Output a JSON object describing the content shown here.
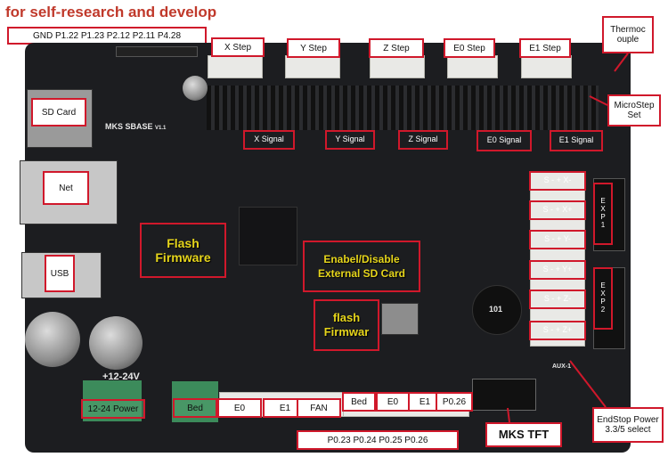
{
  "title": "for self-research and develop",
  "labels": {
    "gnd_pins": "GND  P1.22  P1.23  P2.12  P2.11  P4.28",
    "x_step": "X Step",
    "y_step": "Y Step",
    "z_step": "Z Step",
    "e0_step": "E0 Step",
    "e1_step": "E1 Step",
    "thermocouple": "Thermoc ouple",
    "microstep": "MicroStep Set",
    "sd_card": "SD Card",
    "net": "Net",
    "usb": "USB",
    "x_signal": "X Signal",
    "y_signal": "Y Signal",
    "z_signal": "Z Signal",
    "e0_signal": "E0 Signal",
    "e1_signal": "E1 Signal",
    "flash_firmware_1": "Flash Firmware",
    "enable_sd": "Enabel/Disable External SD Card",
    "flash_firmware_2": "flash Firmwar",
    "power": "12-24 Power",
    "bed": "Bed",
    "e0": "E0",
    "e1": "E1",
    "fan": "FAN",
    "therm_bed": "Bed",
    "therm_e0": "E0",
    "therm_e1": "E1",
    "therm_p026": "P0.26",
    "pins_bottom": "P0.23  P0.24  P0.25  P0.26",
    "mks_tft": "MKS TFT",
    "endstop_power": "EndStop Power 3.3/5 select"
  },
  "endstops": [
    {
      "pins": "S - + X-"
    },
    {
      "pins": "S - + X+"
    },
    {
      "pins": "S - + Y-"
    },
    {
      "pins": "S - + Y+"
    },
    {
      "pins": "S - + Z-"
    },
    {
      "pins": "S - + Z+"
    }
  ],
  "exp": {
    "exp1": [
      "E",
      "X",
      "P",
      "1"
    ],
    "exp2": [
      "E",
      "X",
      "P",
      "2"
    ]
  },
  "silk": {
    "brand": "MKS SBASE",
    "version": "V1.1",
    "voltage": "+12-24V",
    "aux": "AUX-1",
    "chip_101": "101"
  },
  "colors": {
    "label_border": "#d0182b",
    "title": "#c0392b",
    "overlay_text": "#e6d51b",
    "board": "#1c1d20"
  }
}
